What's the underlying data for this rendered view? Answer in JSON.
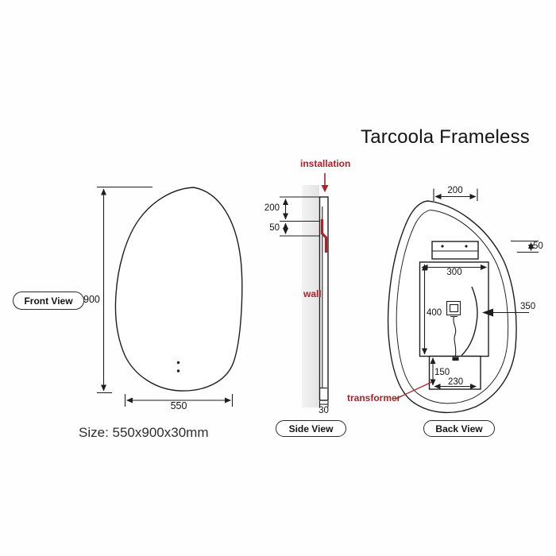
{
  "title": "Tarcoola Frameless",
  "size_label": "Size: 550x900x30mm",
  "front_view": {
    "label": "Front View",
    "height_mm": "900",
    "width_mm": "550"
  },
  "side_view": {
    "label": "Side View",
    "top_to_hook_mm": "200",
    "hook_height_mm": "50",
    "thickness_mm": "30",
    "installation_label": "installation",
    "wall_label": "wall"
  },
  "back_view": {
    "label": "Back View",
    "hanger_width_mm": "200",
    "hanger_offset_mm": "50",
    "backboard_width_mm": "300",
    "backboard_height_mm": "400",
    "led_offset_mm": "350",
    "transformer_height_mm": "150",
    "transformer_width_mm": "230",
    "transformer_label": "transformer"
  },
  "colors": {
    "annotation_red": "#a8232b",
    "line": "#1e1e1e",
    "wall_gray": "#ededed"
  }
}
